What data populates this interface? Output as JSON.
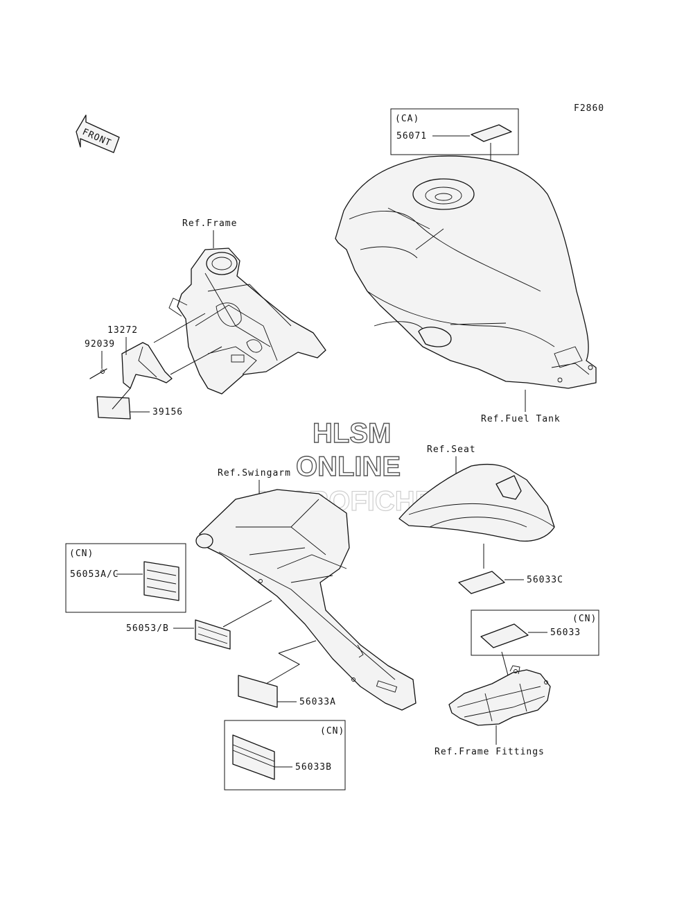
{
  "figure_code": "F2860",
  "front_arrow": {
    "label": "FRONT",
    "icon": "front-arrow-icon"
  },
  "watermark": {
    "line1": "HLSM",
    "line2": "ONLINE",
    "line3": "MICROFICHE"
  },
  "refs": {
    "frame": "Ref.Frame",
    "fuel_tank": "Ref.Fuel Tank",
    "seat": "Ref.Seat",
    "swingarm": "Ref.Swingarm",
    "frame_fittings": "Ref.Frame Fittings"
  },
  "region_tags": {
    "ca": "(CA)",
    "cn": "(CN)"
  },
  "parts": {
    "p56071": "56071",
    "p13272": "13272",
    "p92039": "92039",
    "p39156": "39156",
    "p56053ac": "56053A/C",
    "p56053b": "56053/B",
    "p56033a": "56033A",
    "p56033b": "56033B",
    "p56033c": "56033C",
    "p56033": "56033"
  }
}
